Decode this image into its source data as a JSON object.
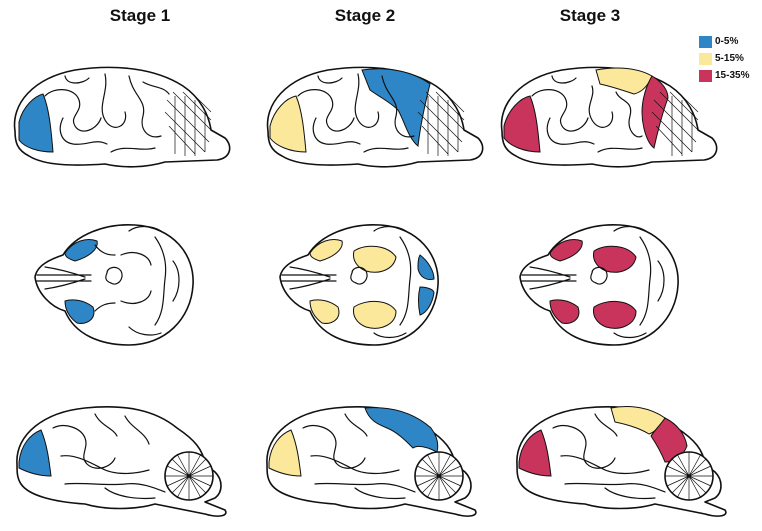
{
  "stages": [
    {
      "title": "Stage 1"
    },
    {
      "title": "Stage 2"
    },
    {
      "title": "Stage 3"
    }
  ],
  "legend": [
    {
      "label": "0-5%",
      "color": "#2f86c6"
    },
    {
      "label": "5-15%",
      "color": "#fbe89b"
    },
    {
      "label": "15-35%",
      "color": "#c8345c"
    }
  ]
}
